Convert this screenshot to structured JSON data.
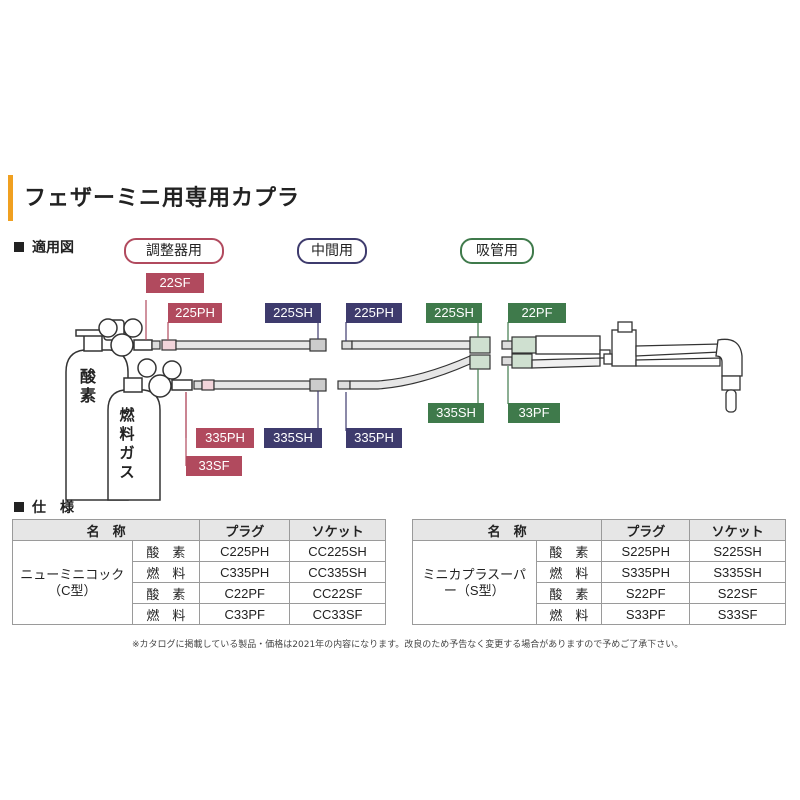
{
  "page_title": "フェザーミニ用専用カプラ",
  "section_applicability": "適用図",
  "section_spec": "仕　様",
  "categories": {
    "regulator": "調整器用",
    "intermediate": "中間用",
    "suction": "吸管用"
  },
  "tank_labels": {
    "oxygen": "酸素",
    "fuel": "燃料ガス"
  },
  "tags": {
    "t22SF": "22SF",
    "t225PH_reg": "225PH",
    "t225SH_mid": "225SH",
    "t225PH_mid": "225PH",
    "t225SH_suc": "225SH",
    "t22PF": "22PF",
    "t335PH_reg": "335PH",
    "t33SF": "33SF",
    "t335SH_mid": "335SH",
    "t335PH_mid": "335PH",
    "t335SH_suc": "335SH",
    "t33PF": "33PF"
  },
  "colors": {
    "regulator": "#b14a5e",
    "intermediate": "#3e3b6d",
    "suction": "#3f7a4b",
    "accent": "#f0a020"
  },
  "table_headers": {
    "name": "名　称",
    "plug": "プラグ",
    "socket": "ソケット"
  },
  "table_left": {
    "product": "ニューミニコック（C型）",
    "rows": [
      {
        "gas": "酸　素",
        "plug": "C225PH",
        "socket": "CC225SH"
      },
      {
        "gas": "燃　料",
        "plug": "C335PH",
        "socket": "CC335SH"
      },
      {
        "gas": "酸　素",
        "plug": "C22PF",
        "socket": "CC22SF"
      },
      {
        "gas": "燃　料",
        "plug": "C33PF",
        "socket": "CC33SF"
      }
    ]
  },
  "table_right": {
    "product": "ミニカプラスーパー（S型）",
    "rows": [
      {
        "gas": "酸　素",
        "plug": "S225PH",
        "socket": "S225SH"
      },
      {
        "gas": "燃　料",
        "plug": "S335PH",
        "socket": "S335SH"
      },
      {
        "gas": "酸　素",
        "plug": "S22PF",
        "socket": "S22SF"
      },
      {
        "gas": "燃　料",
        "plug": "S33PF",
        "socket": "S33SF"
      }
    ]
  },
  "footnote": "※カタログに掲載している製品・価格は2021年の内容になります。改良のため予告なく変更する場合がありますので予めご了承下さい。"
}
